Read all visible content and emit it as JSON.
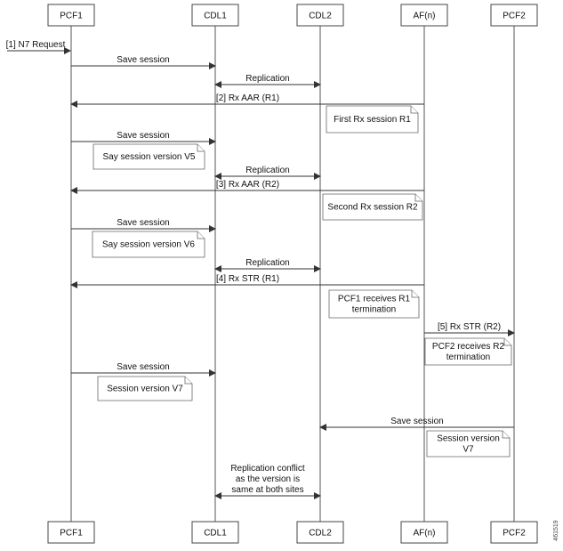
{
  "participants": [
    {
      "key": "pcf1",
      "label": "PCF1"
    },
    {
      "key": "cdl1",
      "label": "CDL1"
    },
    {
      "key": "cdl2",
      "label": "CDL2"
    },
    {
      "key": "afn",
      "label": "AF(n)"
    },
    {
      "key": "pcf2",
      "label": "PCF2"
    }
  ],
  "messages": [
    {
      "label": "[1] N7 Request",
      "from": "external",
      "to": "pcf1"
    },
    {
      "label": "Save session",
      "from": "pcf1",
      "to": "cdl1"
    },
    {
      "label": "Replication",
      "from": "cdl1",
      "to": "cdl2",
      "bidirectional": true
    },
    {
      "label": "[2] Rx AAR (R1)",
      "from": "afn",
      "to": "pcf1"
    },
    {
      "label": "Save session",
      "from": "pcf1",
      "to": "cdl1"
    },
    {
      "label": "Replication",
      "from": "cdl1",
      "to": "cdl2",
      "bidirectional": true
    },
    {
      "label": "[3] Rx AAR (R2)",
      "from": "afn",
      "to": "pcf1"
    },
    {
      "label": "Save session",
      "from": "pcf1",
      "to": "cdl1"
    },
    {
      "label": "Replication",
      "from": "cdl1",
      "to": "cdl2",
      "bidirectional": true
    },
    {
      "label": "[4] Rx STR (R1)",
      "from": "afn",
      "to": "pcf1"
    },
    {
      "label": "[5] Rx STR (R2)",
      "from": "afn",
      "to": "pcf2"
    },
    {
      "label": "Save session",
      "from": "pcf1",
      "to": "cdl1"
    },
    {
      "label": "Save session",
      "from": "pcf2",
      "to": "cdl2"
    },
    {
      "label": "Replication conflict\nas the version is\nsame at both sites",
      "from": "cdl1",
      "to": "cdl2",
      "bidirectional": true
    }
  ],
  "notes": [
    {
      "text": "First Rx session R1"
    },
    {
      "text": "Say session version V5"
    },
    {
      "text": "Second Rx session R2"
    },
    {
      "text": "Say session version V6"
    },
    {
      "text": "PCF1 receives R1\ntermination"
    },
    {
      "text": "PCF2 receives R2\ntermination"
    },
    {
      "text": "Session version V7"
    },
    {
      "text": "Session version\nV7"
    }
  ],
  "figure_id": "461519"
}
